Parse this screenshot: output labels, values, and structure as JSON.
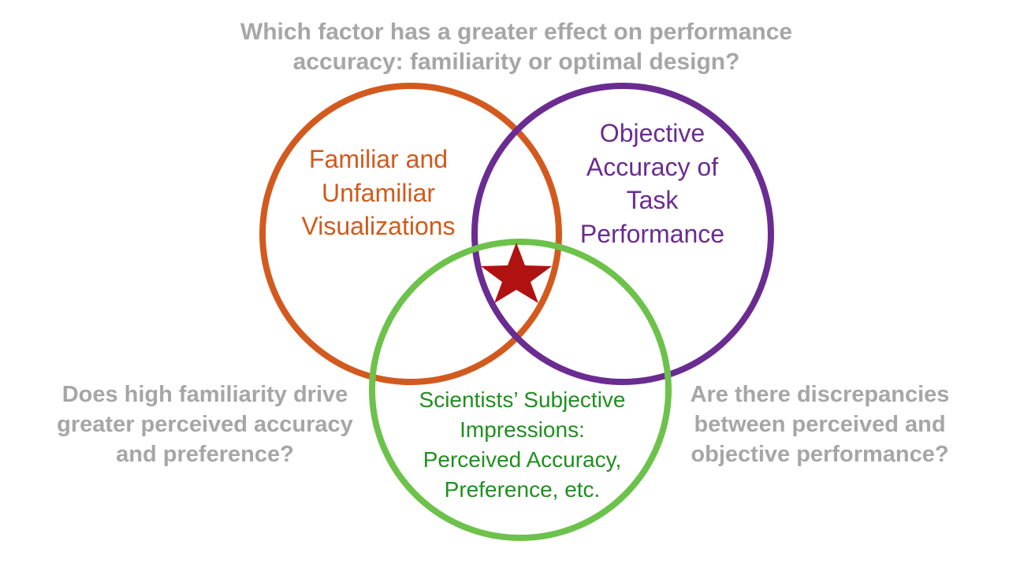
{
  "title": {
    "lines": [
      "Which factor has a greater effect on performance",
      "accuracy: familiarity or optimal design?"
    ]
  },
  "circles": {
    "familiar": {
      "lines": [
        "Familiar and",
        "Unfamiliar",
        "Visualizations"
      ],
      "color": "#D35A1E"
    },
    "objective": {
      "lines": [
        "Objective",
        "Accuracy of",
        "Task",
        "Performance"
      ],
      "color": "#6A2C91"
    },
    "subjective": {
      "lines": [
        "Scientists’ Subjective",
        "Impressions:",
        "Perceived Accuracy,",
        "Preference, etc."
      ],
      "color": "#6CC24A",
      "text_color": "#1F8F1F"
    }
  },
  "questions": {
    "left": {
      "lines": [
        "Does high familiarity drive",
        "greater perceived accuracy",
        "and preference?"
      ]
    },
    "right": {
      "lines": [
        "Are there discrepancies",
        "between perceived and",
        "objective performance?"
      ]
    }
  },
  "star": {
    "icon": "star-icon",
    "color": "#B01212"
  }
}
